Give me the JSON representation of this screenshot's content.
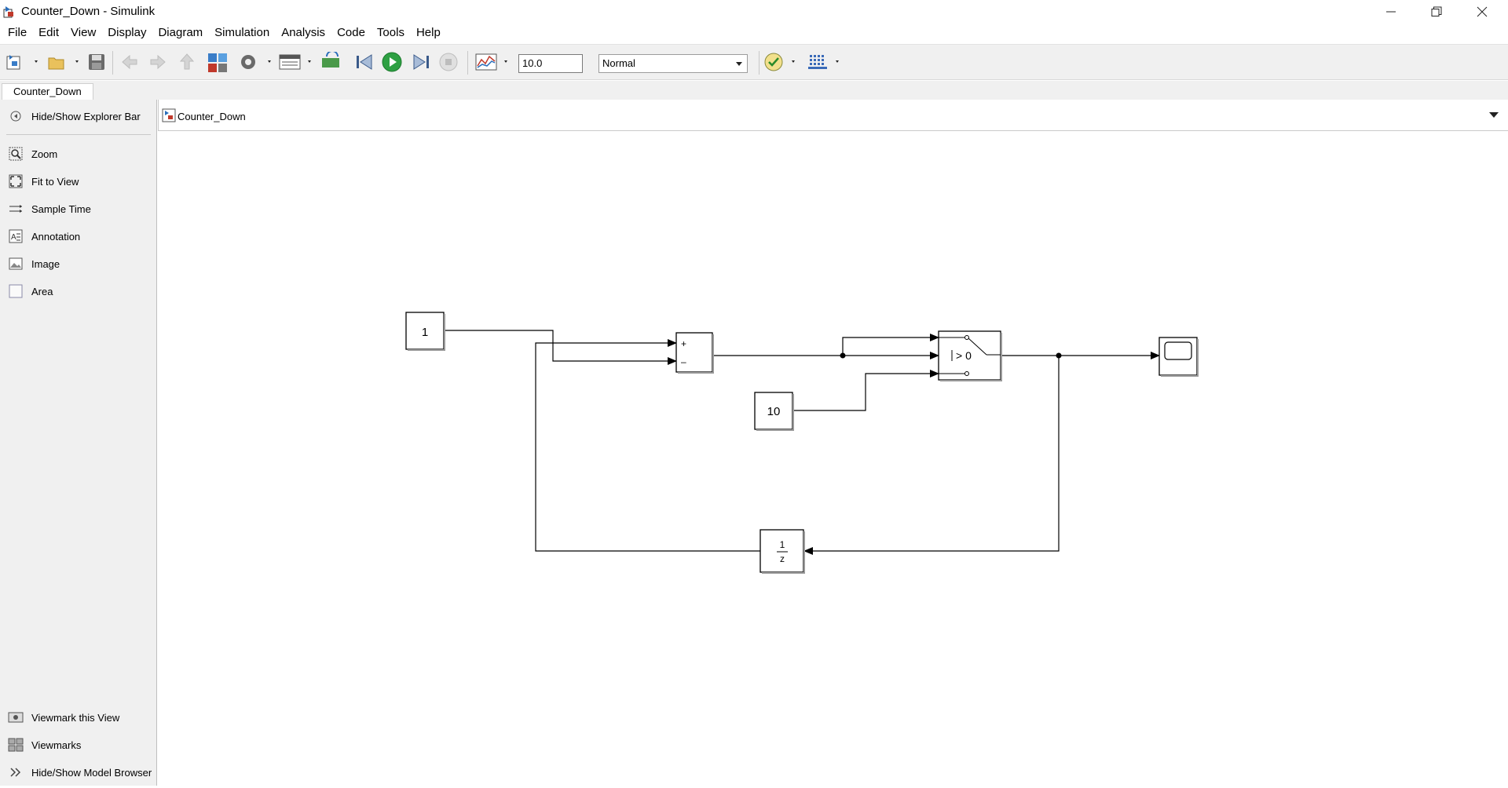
{
  "window": {
    "title": "Counter_Down - Simulink"
  },
  "menu": {
    "items": [
      "File",
      "Edit",
      "View",
      "Display",
      "Diagram",
      "Simulation",
      "Analysis",
      "Code",
      "Tools",
      "Help"
    ]
  },
  "toolbar": {
    "stop_time": "10.0",
    "sim_mode": "Normal"
  },
  "tabs": [
    {
      "label": "Counter_Down"
    }
  ],
  "explorer": {
    "toggle_label": "Hide/Show Explorer Bar",
    "tools": [
      {
        "label": "Zoom",
        "icon": "zoom-icon"
      },
      {
        "label": "Fit to View",
        "icon": "fit-to-view-icon"
      },
      {
        "label": "Sample Time",
        "icon": "sample-time-icon"
      },
      {
        "label": "Annotation",
        "icon": "annotation-icon"
      },
      {
        "label": "Image",
        "icon": "image-icon"
      },
      {
        "label": "Area",
        "icon": "area-icon"
      }
    ],
    "bottom": [
      {
        "label": "Viewmark this View",
        "icon": "viewmark-icon"
      },
      {
        "label": "Viewmarks",
        "icon": "viewmarks-icon"
      },
      {
        "label": "Hide/Show Model Browser",
        "icon": "double-chevron-icon"
      }
    ]
  },
  "address": {
    "breadcrumb": "Counter_Down"
  },
  "diagram": {
    "constant_1": "1",
    "constant_10": "10",
    "sum_plus": "+",
    "sum_minus": "–",
    "switch_criteria": "> 0",
    "delay_num": "1",
    "delay_den": "z"
  }
}
